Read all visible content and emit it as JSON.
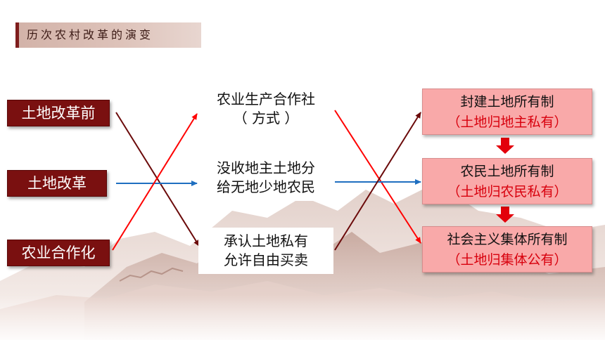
{
  "title": "历次农村改革的演变",
  "left_labels": [
    "土地改革前",
    "土地改革",
    "农业合作化"
  ],
  "middle_boxes": [
    {
      "line1": "农业生产合作社",
      "line2": "（ 方式 ）"
    },
    {
      "line1": "没收地主土地分",
      "line2": "给无地少地农民"
    },
    {
      "line1": "承认土地私有",
      "line2": "允许自由买卖"
    }
  ],
  "right_boxes": [
    {
      "title": "封建土地所有制",
      "sub": "（土地归地主私有）"
    },
    {
      "title": "农民土地所有制",
      "sub": "（土地归农民私有）"
    },
    {
      "title": "社会主义集体所有制",
      "sub": "（土地归集体公有）"
    }
  ],
  "colors": {
    "dark_red": "#7a1010",
    "red_arrow": "#ff0000",
    "blue_arrow": "#1f6fc0",
    "dark_arrow": "#6b0a0a",
    "pink_box": "#f9a9a9",
    "sub_text": "#d8000d"
  }
}
